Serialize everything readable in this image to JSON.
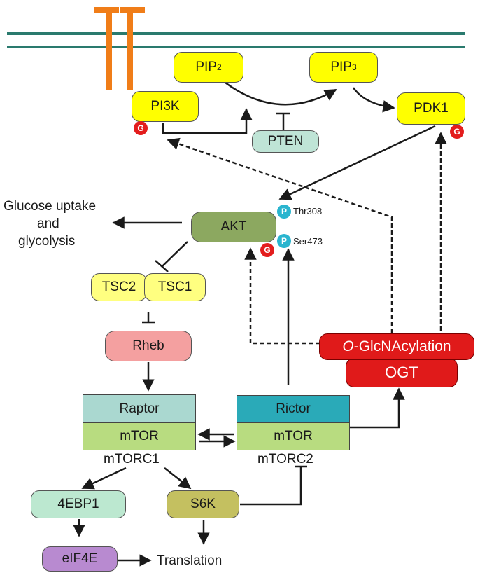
{
  "nodes": {
    "pip2": {
      "label": "PIP",
      "sub": "2"
    },
    "pip3": {
      "label": "PIP",
      "sub": "3"
    },
    "pi3k": "PI3K",
    "pdk1": "PDK1",
    "pten": "PTEN",
    "akt": "AKT",
    "tsc2": "TSC2",
    "tsc1": "TSC1",
    "rheb": "Rheb",
    "raptor": "Raptor",
    "mtor1": "mTOR",
    "mtorc1": "mTORC1",
    "rictor": "Rictor",
    "mtor2": "mTOR",
    "mtorc2": "mTORC2",
    "oglcnac": {
      "prefix": "O",
      "rest": "-GlcNAcylation"
    },
    "ogt": "OGT",
    "ebp1": "4EBP1",
    "s6k": "S6K",
    "eif4e": "eIF4E"
  },
  "labels": {
    "glucose_line1": "Glucose uptake",
    "glucose_line2": "and",
    "glucose_line3": "glycolysis",
    "translation": "Translation",
    "thr308": "Thr308",
    "ser473": "Ser473"
  },
  "badges": {
    "glyco": "G",
    "phospho": "P"
  },
  "colors": {
    "membrane": "#2a7a6e",
    "receptor": "#f07d18",
    "node_yellow": "#ffff00",
    "node_lightyellow": "#ffff80",
    "pten": "#bfe4d6",
    "akt": "#8ca860",
    "rheb": "#f4a0a0",
    "raptor": "#aad8d0",
    "mtor": "#b8dc80",
    "rictor": "#2aaab8",
    "ogt": "#e01a1a",
    "ebp1": "#bce8d0",
    "s6k": "#c4c060",
    "eif4e": "#b88ad0",
    "glyco_badge": "#e31d1d",
    "phospho_badge": "#2ab5cf"
  }
}
